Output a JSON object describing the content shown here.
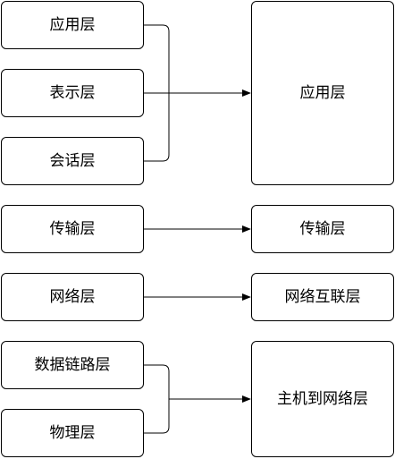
{
  "osi_layers": {
    "application": "应用层",
    "presentation": "表示层",
    "session": "会话层",
    "transport": "传输层",
    "network": "网络层",
    "datalink": "数据链路层",
    "physical": "物理层"
  },
  "tcpip_layers": {
    "application": "应用层",
    "transport": "传输层",
    "internet": "网络互联层",
    "host_to_network": "主机到网络层"
  },
  "colors": {
    "stroke": "#000000",
    "background": "#ffffff"
  }
}
